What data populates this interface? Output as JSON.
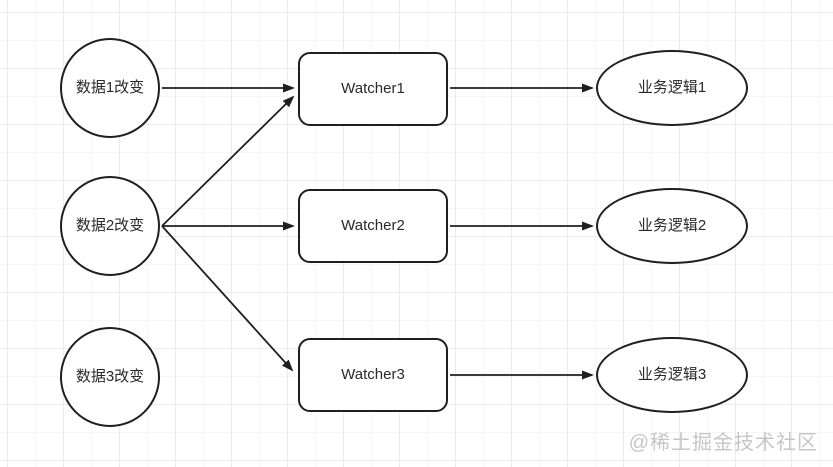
{
  "diagram": {
    "nodes": {
      "data1": {
        "label": "数据1改变",
        "shape": "circle"
      },
      "data2": {
        "label": "数据2改变",
        "shape": "circle"
      },
      "data3": {
        "label": "数据3改变",
        "shape": "circle"
      },
      "watcher1": {
        "label": "Watcher1",
        "shape": "rounded-rect"
      },
      "watcher2": {
        "label": "Watcher2",
        "shape": "rounded-rect"
      },
      "watcher3": {
        "label": "Watcher3",
        "shape": "rounded-rect"
      },
      "logic1": {
        "label": "业务逻辑1",
        "shape": "ellipse"
      },
      "logic2": {
        "label": "业务逻辑2",
        "shape": "ellipse"
      },
      "logic3": {
        "label": "业务逻辑3",
        "shape": "ellipse"
      }
    },
    "edges": [
      {
        "from": "数据1改变",
        "to": "Watcher1"
      },
      {
        "from": "数据2改变",
        "to": "Watcher1"
      },
      {
        "from": "数据2改变",
        "to": "Watcher2"
      },
      {
        "from": "数据2改变",
        "to": "Watcher3"
      },
      {
        "from": "Watcher1",
        "to": "业务逻辑1"
      },
      {
        "from": "Watcher2",
        "to": "业务逻辑2"
      },
      {
        "from": "Watcher3",
        "to": "业务逻辑3"
      }
    ],
    "colors": {
      "shape_stroke": "#1f1f1f",
      "shape_fill": "#ffffff",
      "grid_major": "#ebebeb",
      "grid_minor": "#f6f6f6",
      "text": "#2a2a2a"
    }
  },
  "watermark": {
    "text": "@稀土掘金技术社区",
    "color": "#c6c6c6"
  }
}
